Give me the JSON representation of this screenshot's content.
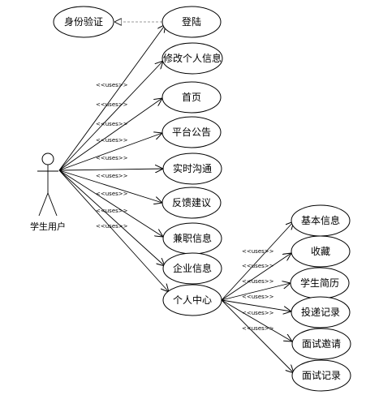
{
  "actor": {
    "label": "学生用户"
  },
  "stereotype": "<<uses>>",
  "use_cases": {
    "auth": "身份验证",
    "login": "登陆",
    "edit_profile": "修改个人信息",
    "home": "首页",
    "announcement": "平台公告",
    "chat": "实时沟通",
    "feedback": "反馈建议",
    "parttime": "兼职信息",
    "company": "企业信息",
    "personal": "个人中心",
    "basic_info": "基本信息",
    "favorites": "收藏",
    "resume": "学生简历",
    "submissions": "投递记录",
    "invitations": "面试邀请",
    "interviews": "面试记录"
  }
}
